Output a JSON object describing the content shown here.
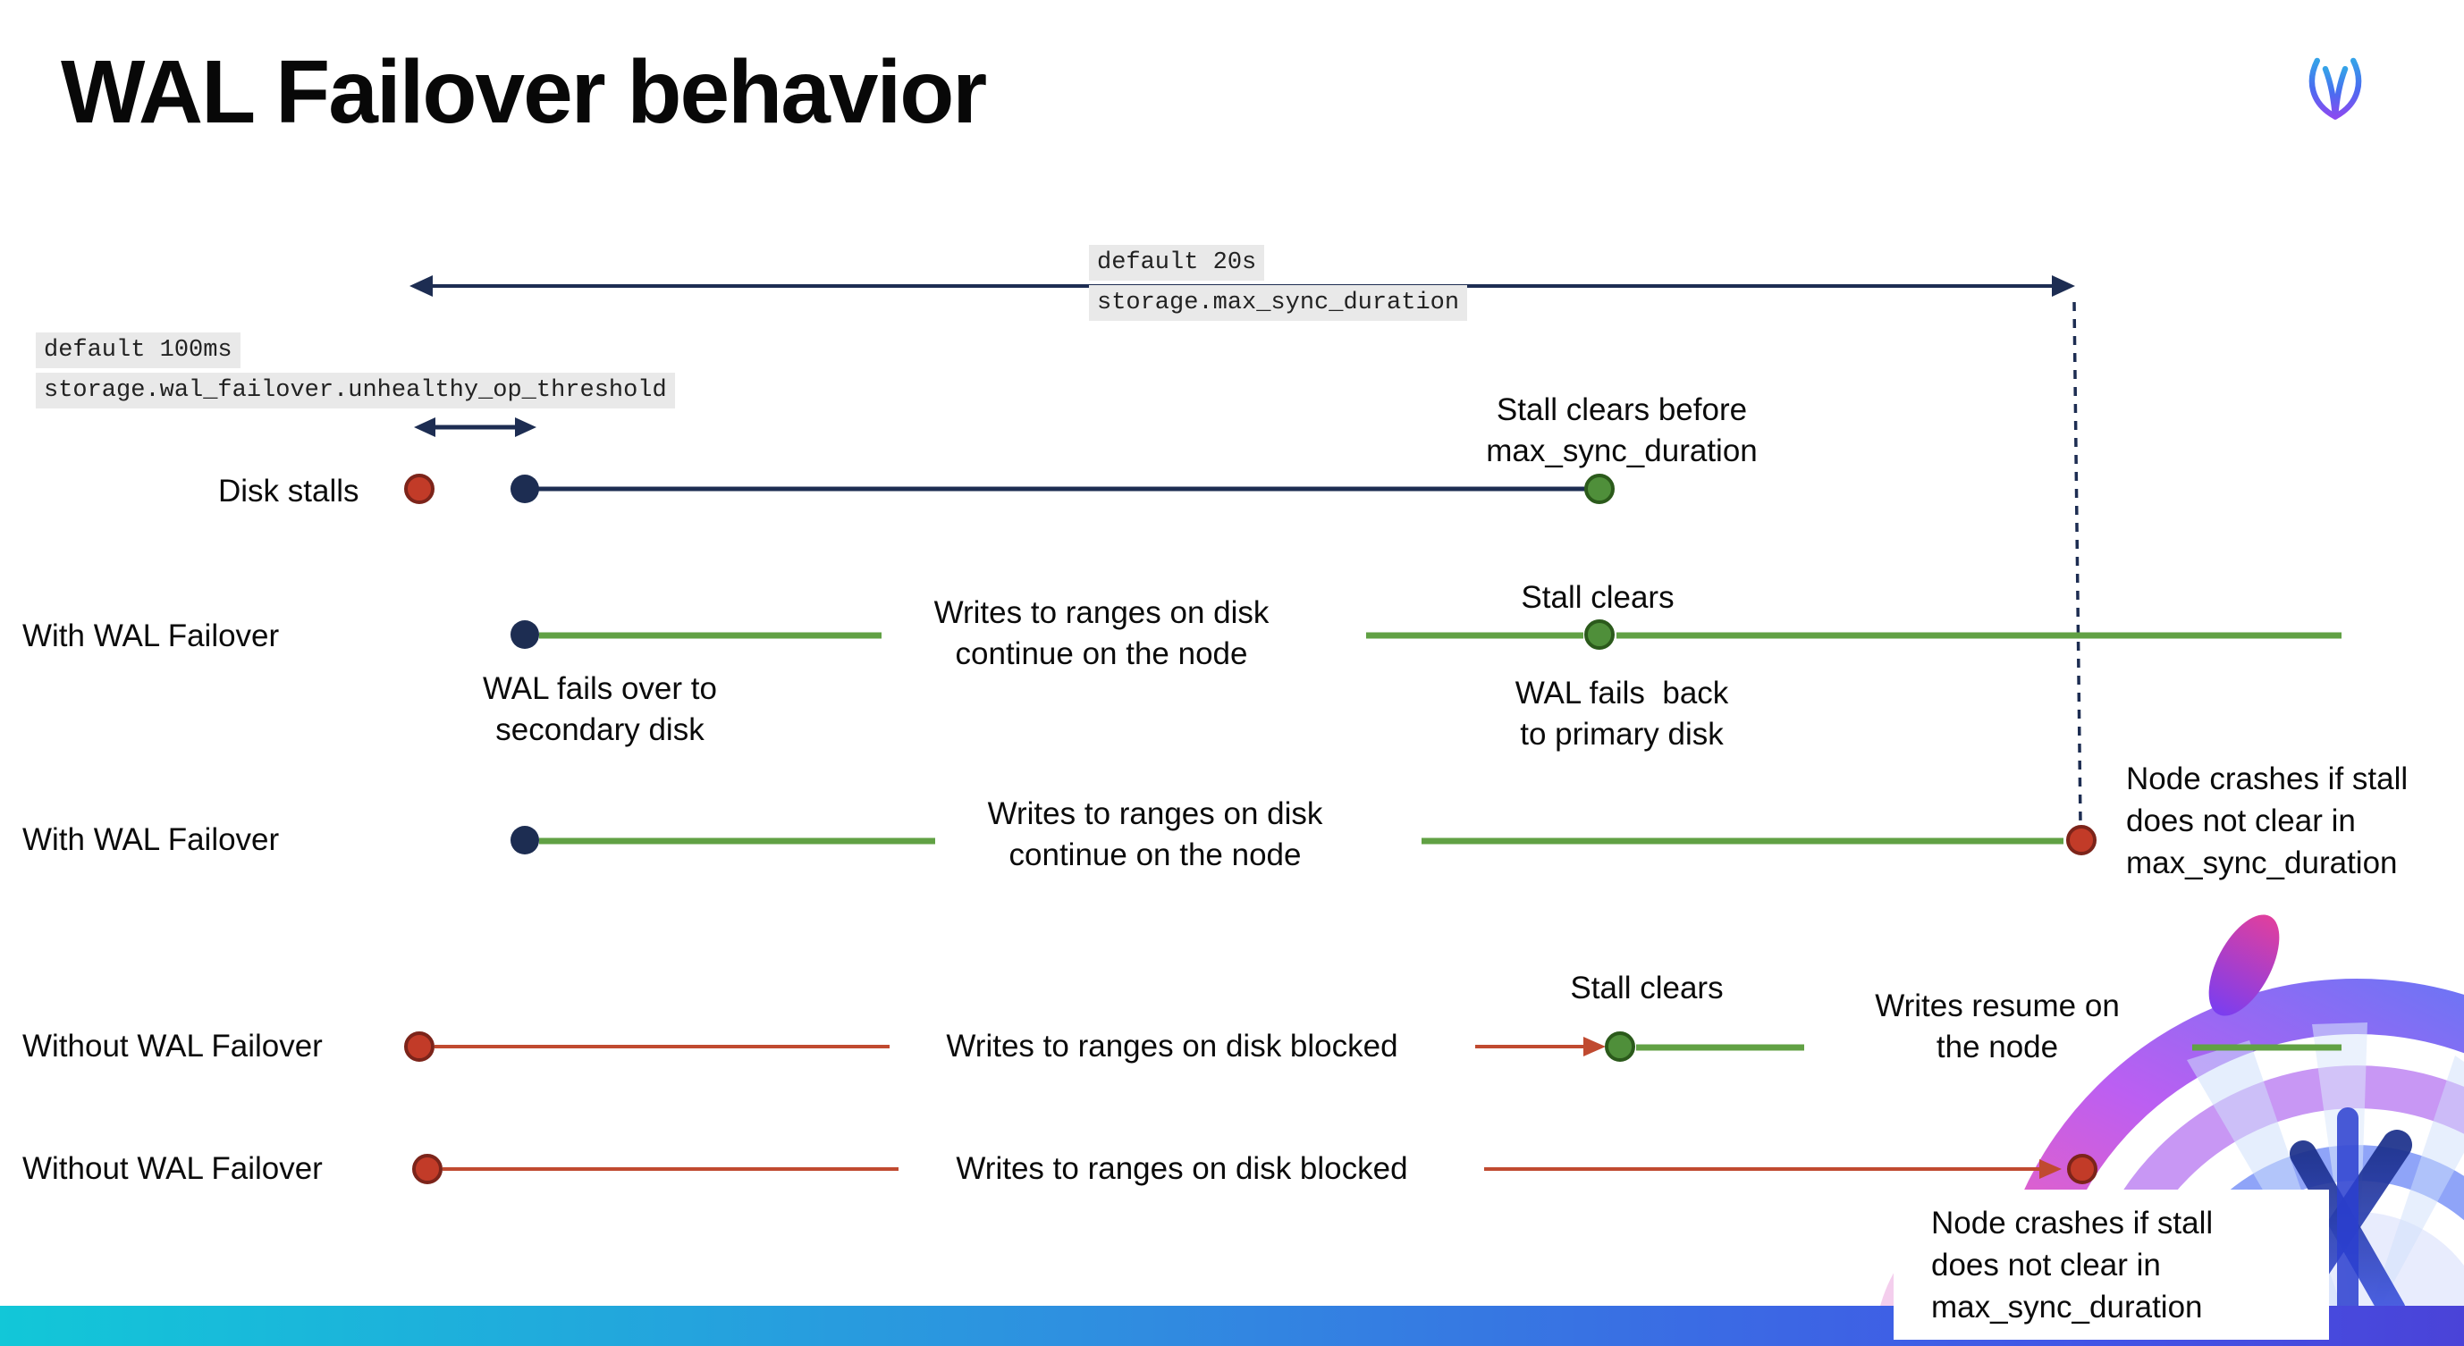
{
  "title": "WAL Failover behavior",
  "logo_icon": "cockroachdb-mark",
  "settings": {
    "max_sync_duration": {
      "default_label": "default 20s",
      "setting_name": "storage.max_sync_duration"
    },
    "unhealthy_op_threshold": {
      "default_label": "default 100ms",
      "setting_name": "storage.wal_failover.unhealthy_op_threshold"
    }
  },
  "rows": {
    "disk_stalls": {
      "label": "Disk stalls",
      "stall_clears_note": "Stall clears before\nmax_sync_duration"
    },
    "with_wal_failover_clears": {
      "label": "With WAL Failover",
      "failover_note": "WAL fails over to\nsecondary disk",
      "writes_note": "Writes to ranges on disk\ncontinue on the node",
      "stall_clears_note": "Stall clears",
      "failback_note": "WAL fails  back\nto primary disk"
    },
    "with_wal_failover_crash": {
      "label": "With WAL Failover",
      "writes_note": "Writes to ranges on disk\ncontinue on the node",
      "crash_note": "Node crashes if stall\ndoes not clear in\nmax_sync_duration"
    },
    "without_wal_failover_clears": {
      "label": "Without WAL Failover",
      "writes_note": "Writes to ranges on disk  blocked",
      "stall_clears_note": "Stall clears",
      "resume_note": "Writes resume on\nthe node"
    },
    "without_wal_failover_crash": {
      "label": "Without WAL Failover",
      "writes_note": "Writes to ranges on disk  blocked",
      "crash_note": "Node crashes if stall\ndoes not clear in\nmax_sync_duration"
    }
  },
  "colors": {
    "navy": "#1d2d52",
    "green_line": "#61a144",
    "green_dot_fill": "#4f8f3a",
    "green_dot_stroke": "#2b5a1b",
    "red_line": "#c04a30",
    "red_dot_fill": "#c23b28",
    "red_dot_stroke": "#7c241a",
    "label_highlight": "#e9e9e9",
    "footer_gradient_left": "#12c7d8",
    "footer_gradient_right": "#4a43d8"
  }
}
